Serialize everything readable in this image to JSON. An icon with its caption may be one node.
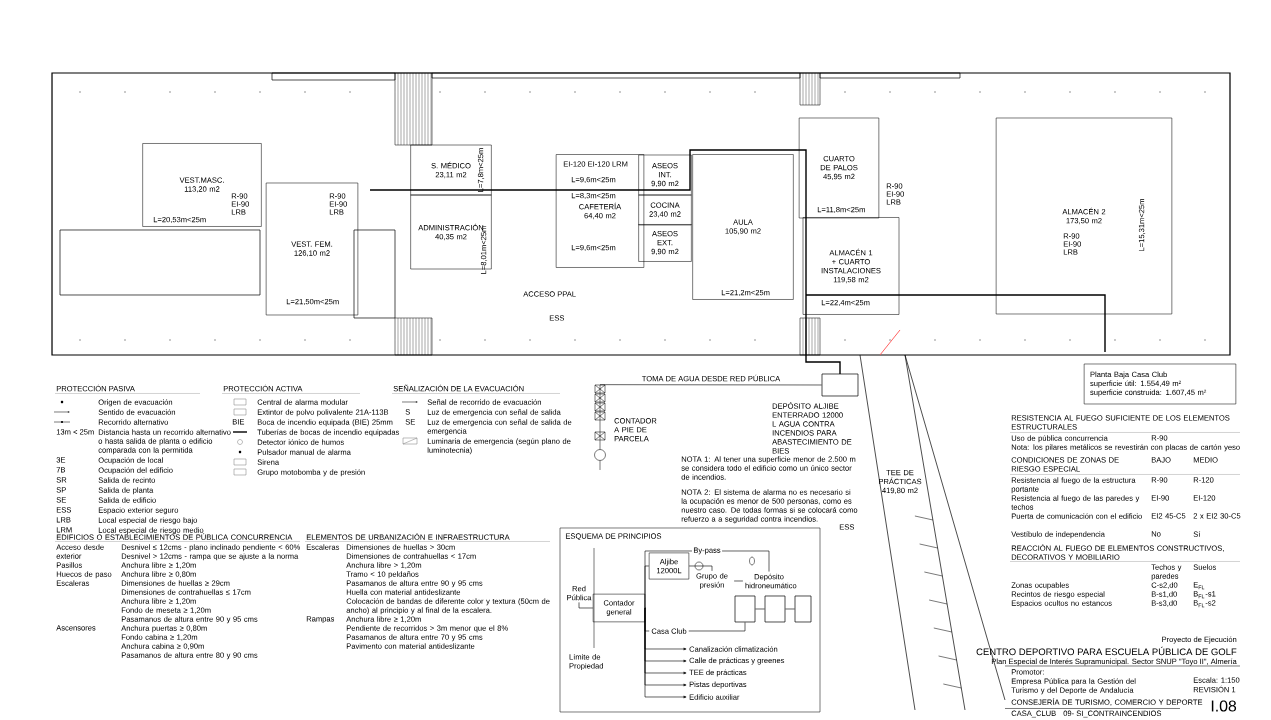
{
  "diagram": {
    "title": "CENTRO DEPORTIVO PARA ESCUELA PÚBLICA DE GOLF",
    "nodes": [
      {
        "text": [
          "VEST.MASC.",
          "113,20 m2"
        ]
      },
      {
        "text": [
          "VEST. FEM.",
          "126,10 m2"
        ]
      },
      {
        "text": [
          "S. MÉDICO",
          "23,11 m2"
        ]
      },
      {
        "text": [
          "ADMINISTRACIÓN",
          "40,35 m2"
        ]
      },
      {
        "text": [
          "CAFETERÍA",
          "64,40 m2"
        ]
      },
      {
        "text": [
          "ASEOS INT.",
          "9,90 m2"
        ]
      },
      {
        "text": [
          "COCINA",
          "23,40 m2"
        ]
      },
      {
        "text": [
          "ASEOS EXT.",
          "9,90 m2"
        ]
      },
      {
        "text": [
          "AULA",
          "105,90 m2"
        ]
      },
      {
        "text": [
          "CUARTO DE PALOS",
          "45,95 m2"
        ]
      },
      {
        "text": [
          "ALMACÉN 1 + CUARTO INSTALACIONES",
          "119,58 m2"
        ]
      },
      {
        "text": [
          "ALMACÉN 2",
          "173,50 m2"
        ]
      },
      {
        "text": [
          "TEE DE PRÁCTICAS",
          "419,80 m2"
        ]
      },
      {
        "text": [],
        "shape": "box",
        "beside": [
          "DEPÓSITO ALJIBE ENTERRADO 12000 L AGUA CONTRA INCENDIOS PARA ABASTECIMIENTO DE BIES"
        ]
      },
      {
        "text": [],
        "shape": "picture",
        "beside": [
          "CONTADOR A PIE DE PARCELA"
        ]
      },
      {
        "text": [
          "Planta Baja Casa Club",
          "superficie útil: 1.554,49 m²",
          "superficie construida: 1.607,45 m²"
        ]
      },
      {
        "text": [
          "ESQUEMA DE PRINCIPIOS"
        ]
      },
      {
        "text": [
          "Red Pública"
        ],
        "in": 16
      },
      {
        "text": [
          "Contador general"
        ],
        "in": 16
      },
      {
        "text": [
          "Aljibe 12000L"
        ],
        "in": 16
      },
      {
        "text": [
          "Grupo de presión"
        ],
        "in": 16
      },
      {
        "text": [
          "Depósito hidroneumático"
        ],
        "in": 16
      },
      {
        "text": [
          "Casa Club"
        ],
        "in": 16
      },
      {
        "text": [
          "Canalización climatización"
        ],
        "in": 16
      },
      {
        "text": [
          "Calle de prácticas y greenes"
        ],
        "in": 16
      },
      {
        "text": [
          "TEE de prácticas"
        ],
        "in": 16
      },
      {
        "text": [
          "Pistas deportivas"
        ],
        "in": 16
      },
      {
        "text": [
          "Edificio auxiliar"
        ],
        "in": 16
      },
      {
        "text": [],
        "shape": "box",
        "in": 16
      },
      {
        "text": [],
        "shape": "box",
        "in": 16
      },
      {
        "text": [],
        "shape": "box",
        "in": 16
      }
    ],
    "edges": [
      {
        "from": 14,
        "to": 13,
        "arrow": "none",
        "label": "TOMA DE AGUA DESDE RED PÚBLICA"
      },
      {
        "from": 17,
        "to": 18,
        "arrow": "none"
      },
      {
        "from": 18,
        "to": 19,
        "arrow": "none"
      },
      {
        "from": 19,
        "to": 20,
        "arrow": "none"
      },
      {
        "from": 20,
        "to": 21,
        "arrow": "none"
      },
      {
        "from": 18,
        "to": 21,
        "arrow": "none",
        "label": "By-pass"
      },
      {
        "from": 18,
        "to": 22,
        "arrow": "none"
      },
      {
        "from": 18,
        "to": 23,
        "arrow": "to"
      },
      {
        "from": 18,
        "to": 24,
        "arrow": "to"
      },
      {
        "from": 18,
        "to": 25,
        "arrow": "to"
      },
      {
        "from": 18,
        "to": 26,
        "arrow": "to"
      },
      {
        "from": 18,
        "to": 27,
        "arrow": "to"
      },
      {
        "from": 22,
        "to": 28,
        "arrow": "none"
      },
      {
        "from": 28,
        "to": 29,
        "arrow": "none"
      },
      {
        "from": 29,
        "to": 30,
        "arrow": "none"
      }
    ],
    "labels": [
      "PROTECCIÓN PASIVA",
      "PROTECCIÓN ACTIVA",
      "SEÑALIZACIÓN DE LA EVACUACIÓN",
      "13m < 25m",
      "3E",
      "7B",
      "SR",
      "SP",
      "SE",
      "ESS",
      "LRB",
      "LRM",
      "BIE",
      "S",
      "SE",
      "NOTA 1: Al tener una superficie menor de 2.500 m se considera todo el edificio como un único sector de incendios.",
      "NOTA 2: El sistema de alarma no es necesario si la ocupación es menor de 500 personas, como es nuestro caso. De todas formas si se colocará como refuerzo a a seguridad contra incendios.",
      "ACCESO PPAL",
      "ESS",
      "ESS",
      "L=20,53m<25m",
      "L=21,50m<25m",
      "L=7,8m<25m",
      "L=8,01m<25m",
      "L=9,6m<25m",
      "L=9,6m<25m",
      "L=8,3m<25m",
      "L=21,2m<25m",
      "L=11,8m<25m",
      "L=22,4m<25m",
      "L=15,31m<25m",
      "R-90",
      "EI-90",
      "LRB",
      "R-90",
      "EI-90",
      "LRB",
      "R-90",
      "EI-90",
      "LRB",
      "R-90",
      "EI-90",
      "LRB",
      "EI-120 EI-120 LRM",
      "EDIFICIOS O ESTABLECIMIENTOS DE PÚBLICA CONCURRENCIA",
      "Acceso desde exterior",
      "Desnivel ≤ 12cms - plano inclinado pendiente < 60%",
      "Desnivel > 12cms - rampa que se ajuste a la norma",
      "Pasillos",
      "Anchura libre ≥ 1,20m",
      "Huecos de paso",
      "Anchura libre ≥ 0,80m",
      "Escaleras",
      "Dimensiones de huellas ≥ 29cm",
      "Dimensiones de contrahuellas ≤ 17cm",
      "Anchura libre ≥ 1,20m",
      "Fondo de meseta ≥ 1,20m",
      "Pasamanos de altura entre 90 y 95 cms",
      "Ascensores",
      "Anchura puertas ≥ 0,80m",
      "Fondo cabina ≥ 1,20m",
      "Anchura cabina ≥ 0,90m",
      "Pasamanos de altura entre 80 y 90 cms",
      "ELEMENTOS DE URBANIZACIÓN E INFRAESTRUCTURA",
      "Escaleras",
      "Dimensiones de huellas > 30cm",
      "Dimensiones de contrahuellas < 17cm",
      "Anchura libre > 1,20m",
      "Tramo < 10 peldaños",
      "Pasamanos de altura entre 90 y 95 cms",
      "Huella con material antideslizante",
      "Colocación de bandas de diferente color y textura (50cm de ancho) al principio y al final de la escalera.",
      "Rampas",
      "Anchura libre ≥ 1,20m",
      "Pendiente de recorridos > 3m menor que el 8%",
      "Pasamanos de altura entre 70 y 95 cms",
      "Pavimento con material antideslizante",
      "RESISTENCIA AL FUEGO SUFICIENTE DE LOS ELEMENTOS ESTRUCTURALES",
      "Uso de pública concurrencia",
      "R-90",
      "Nota: los pilares metálicos se revestirán con placas de cartón yeso",
      "CONDICIONES DE ZONAS DE RIESGO ESPECIAL",
      "BAJO",
      "MEDIO",
      "Resistencia al fuego de la estructura portante",
      "R-90",
      "R-120",
      "Resistencia al fuego de las paredes y techos",
      "EI-90",
      "EI-120",
      "Puerta de comunicación con el edificio",
      "EI2 45-C5",
      "2 x EI2 30-C5",
      "Vestíbulo de independencia",
      "No",
      "Sí",
      "REACCIÓN AL FUEGO DE ELEMENTOS CONSTRUCTIVOS, DECORATIVOS Y MOBILIARIO",
      "Techos y paredes",
      "Suelos",
      "Zonas ocupables",
      "C-s2,d0",
      "E$_{FL}$",
      "Recintos de riesgo especial",
      "B-s1,d0",
      "B$_{FL}$-s1",
      "Espacios ocultos no estancos",
      "B-s3,d0",
      "B$_{FL}$-s2",
      "Proyecto de Ejecución",
      "Plan Especial de Interés Supramunicipal. Sector SNUP \"Toyo II\", Almería",
      "Promotor:",
      "Empresa Pública para la Gestión del Turismo y del Deporte de Andalucía",
      "CONSEJERÍA DE TURISMO, COMERCIO Y DEPORTE",
      "CASA_CLUB",
      "09- SI_CONTRAINCENDIOS",
      "Escala: 1:150",
      "REVISIÓN 1",
      "I.08",
      "Límite de Propiedad"
    ],
    "legend": [
      {
        "text": "Origen de evacuación"
      },
      {
        "text": "Sentido de evacuación"
      },
      {
        "text": "Recorrido alternativo"
      },
      {
        "text": "Distancia hasta un recorrido alternativo o hasta salida de planta o edificio comparada con la permitida"
      },
      {
        "text": "Ocupación de local"
      },
      {
        "text": "Ocupación del edificio"
      },
      {
        "text": "Salida de recinto"
      },
      {
        "text": "Salida de planta"
      },
      {
        "text": "Salida de edificio"
      },
      {
        "text": "Espacio exterior seguro"
      },
      {
        "text": "Local especial de riesgo bajo"
      },
      {
        "text": "Local especial de riesgo medio"
      },
      {
        "text": "Central de alarma modular"
      },
      {
        "text": "Extintor de polvo polivalente 21A-113B"
      },
      {
        "text": "Boca de incendio equipada (BIE) 25mm"
      },
      {
        "text": "Tuberías de bocas de incendio equipadas"
      },
      {
        "text": "Detector iónico de humos"
      },
      {
        "text": "Pulsador manual de alarma"
      },
      {
        "text": "Sirena"
      },
      {
        "text": "Grupo motobomba y de presión"
      },
      {
        "text": "Señal de recorrido de evacuación"
      },
      {
        "text": "Luz de emergencia con señal de salida"
      },
      {
        "text": "Luz de emergencia con señal de salida de emergencia"
      },
      {
        "text": "Luminaria de emergencia (según plano de luminotecnia)"
      }
    ]
  }
}
